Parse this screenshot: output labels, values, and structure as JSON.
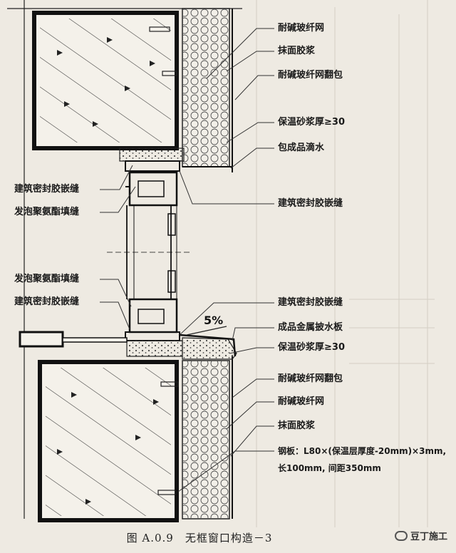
{
  "labels_right": [
    "耐碱玻纤网",
    "抹面胶浆",
    "耐碱玻纤网翻包",
    "保温砂浆厚≥30",
    "包成品滴水",
    "建筑密封胶嵌缝",
    "建筑密封胶嵌缝",
    "成品金属披水板",
    "保温砂浆厚≥30",
    "耐碱玻纤网翻包",
    "耐碱玻纤网",
    "抹面胶浆",
    "钢板：L80×(保温层厚度-20mm)×3mm,",
    "长100mm, 间距350mm"
  ],
  "labels_left": [
    "建筑密封胶嵌缝",
    "发泡聚氨酯填缝",
    "发泡聚氨酯填缝",
    "建筑密封胶嵌缝"
  ],
  "slope": "5%",
  "caption": "图 A.0.9　无框窗口构造－3",
  "watermark": "豆丁施工",
  "colors": {
    "line": "#1a1a1a",
    "paper": "#eeeae2",
    "insulation": "#f2efe8"
  }
}
